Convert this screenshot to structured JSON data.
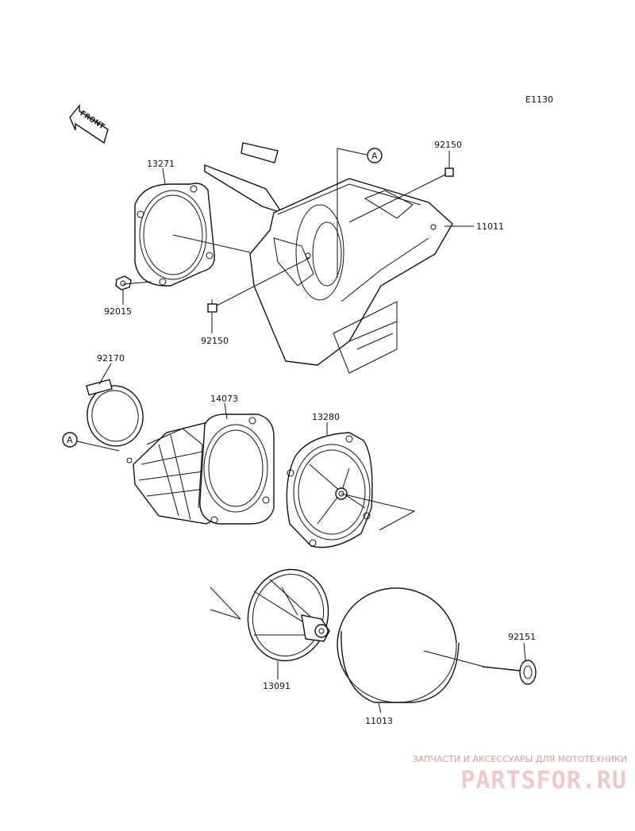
{
  "code": "E1130",
  "front": "FRONT",
  "callout": "A",
  "parts": {
    "p13271": "13271",
    "p92150a": "92150",
    "p11011": "11011",
    "p92015": "92015",
    "p92150b": "92150",
    "p92170": "92170",
    "p14073": "14073",
    "p13280": "13280",
    "p92151": "92151",
    "p13091": "13091",
    "p11013": "11013"
  },
  "watermark": {
    "tagline": "ЗАПЧАСТИ И АКСЕССУАРЫ ДЛЯ МОТОТЕХНИКИ",
    "logo": "PARTSFOR.RU"
  }
}
